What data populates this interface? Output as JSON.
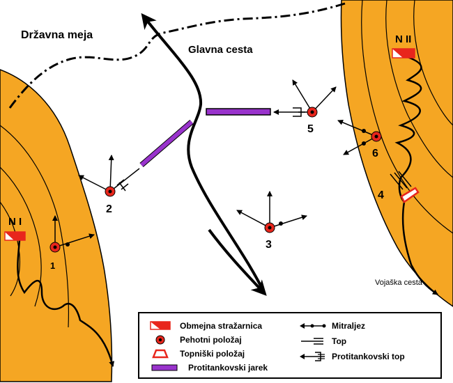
{
  "map": {
    "state_border_label": "Državna meja",
    "main_road_label": "Glavna cesta",
    "military_road_label": "Vojaška cesta",
    "posts": [
      {
        "id": "N I",
        "label": "N I"
      },
      {
        "id": "N II",
        "label": "N II"
      }
    ],
    "positions": [
      {
        "id": "1",
        "label": "1"
      },
      {
        "id": "2",
        "label": "2"
      },
      {
        "id": "3",
        "label": "3"
      },
      {
        "id": "4",
        "label": "4"
      },
      {
        "id": "5",
        "label": "5"
      },
      {
        "id": "6",
        "label": "6"
      }
    ]
  },
  "legend": {
    "border_post": "Obmejna stražarnica",
    "infantry_position": "Pehotni položaj",
    "artillery_position": "Topniški položaj",
    "antitank_ditch": "Protitankovski jarek",
    "machine_gun": "Mitraljez",
    "gun": "Top",
    "antitank_gun": "Protitankovski top"
  },
  "colors": {
    "terrain": "#F5A623",
    "ditch": "#9933CC",
    "marker": "#E8261C",
    "line": "#000000"
  }
}
